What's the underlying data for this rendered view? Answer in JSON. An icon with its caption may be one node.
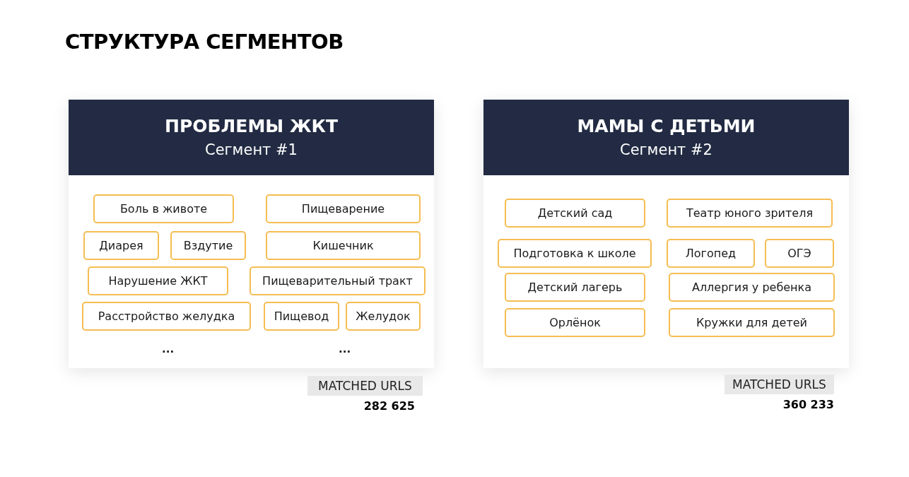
{
  "diagram": {
    "title": "СТРУКТУРА СЕГМЕНТОВ",
    "nodes": [
      {
        "text": [
          "ПРОБЛЕМЫ ЖКТ",
          "Сегмент #1"
        ]
      },
      {
        "text": [
          "Боль в животе"
        ],
        "in": 0
      },
      {
        "text": [
          "Пищеварение"
        ],
        "in": 0
      },
      {
        "text": [
          "Диарея"
        ],
        "in": 0
      },
      {
        "text": [
          "Вздутие"
        ],
        "in": 0
      },
      {
        "text": [
          "Кишечник"
        ],
        "in": 0
      },
      {
        "text": [
          "Нарушение ЖКТ"
        ],
        "in": 0
      },
      {
        "text": [
          "Пищеварительный тракт"
        ],
        "in": 0
      },
      {
        "text": [
          "Расстройство желудка"
        ],
        "in": 0
      },
      {
        "text": [
          "Пищевод"
        ],
        "in": 0
      },
      {
        "text": [
          "Желудок"
        ],
        "in": 0
      },
      {
        "text": [
          "МАМЫ С ДЕТЬМИ",
          "Сегмент #2"
        ]
      },
      {
        "text": [
          "Детский сад"
        ],
        "in": 11
      },
      {
        "text": [
          "Театр юного зрителя"
        ],
        "in": 11
      },
      {
        "text": [
          "Подготовка к школе"
        ],
        "in": 11
      },
      {
        "text": [
          "Логопед"
        ],
        "in": 11
      },
      {
        "text": [
          "ОГЭ"
        ],
        "in": 11
      },
      {
        "text": [
          "Детский лагерь"
        ],
        "in": 11
      },
      {
        "text": [
          "Аллергия у ребенка"
        ],
        "in": 11
      },
      {
        "text": [
          "Орлёнок"
        ],
        "in": 11
      },
      {
        "text": [
          "Кружки для детей"
        ],
        "in": 11
      },
      {
        "text": [
          "MATCHED URLS"
        ],
        "beside": [
          "282 625"
        ]
      },
      {
        "text": [
          "MATCHED URLS"
        ],
        "beside": [
          "360 233"
        ]
      }
    ],
    "labels": [
      "...",
      "..."
    ]
  }
}
